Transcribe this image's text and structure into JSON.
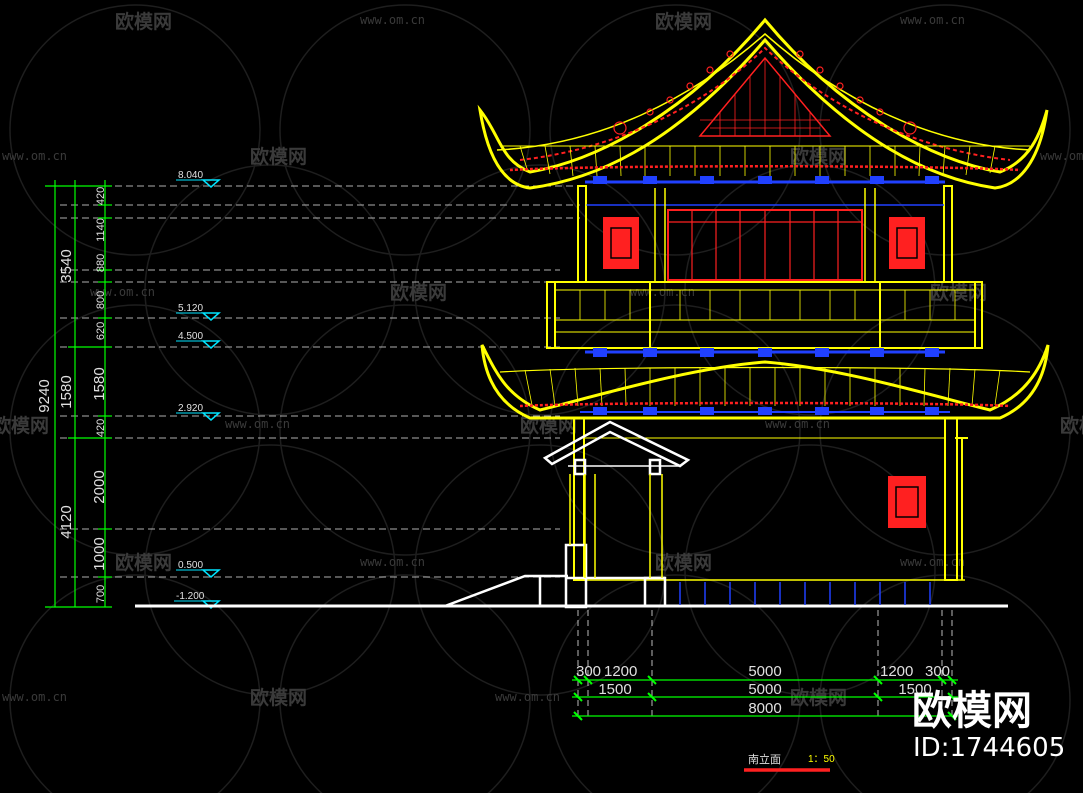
{
  "watermark": {
    "site_name": "欧模网",
    "url": "www.om.cn"
  },
  "drawing": {
    "title": "南立面",
    "scale": "1：50"
  },
  "brand": {
    "name": "欧模网",
    "id_label": "ID:1744605"
  },
  "colors": {
    "background": "#000000",
    "roof_outline": "#ffff00",
    "ornament_red": "#ff2020",
    "bracket_blue": "#2040ff",
    "dimension_green": "#00ff00",
    "elevation_cyan": "#00e5ff",
    "ground": "#ffffff"
  },
  "left_dimensions": {
    "total": "9240",
    "major": [
      "3540",
      "1580",
      "4120"
    ],
    "segments": [
      "420",
      "1140",
      "880",
      "620",
      "800",
      "1580",
      "420",
      "2000",
      "1000",
      "700"
    ]
  },
  "elevations": [
    "8.040",
    "5.120",
    "4.500",
    "2.920",
    "0.500",
    "-1.200"
  ],
  "bottom_dimensions": {
    "row1": [
      "300",
      "1200",
      "5000",
      "1200",
      "300"
    ],
    "row2": [
      "1500",
      "5000",
      "1500"
    ],
    "row3": [
      "8000"
    ]
  }
}
